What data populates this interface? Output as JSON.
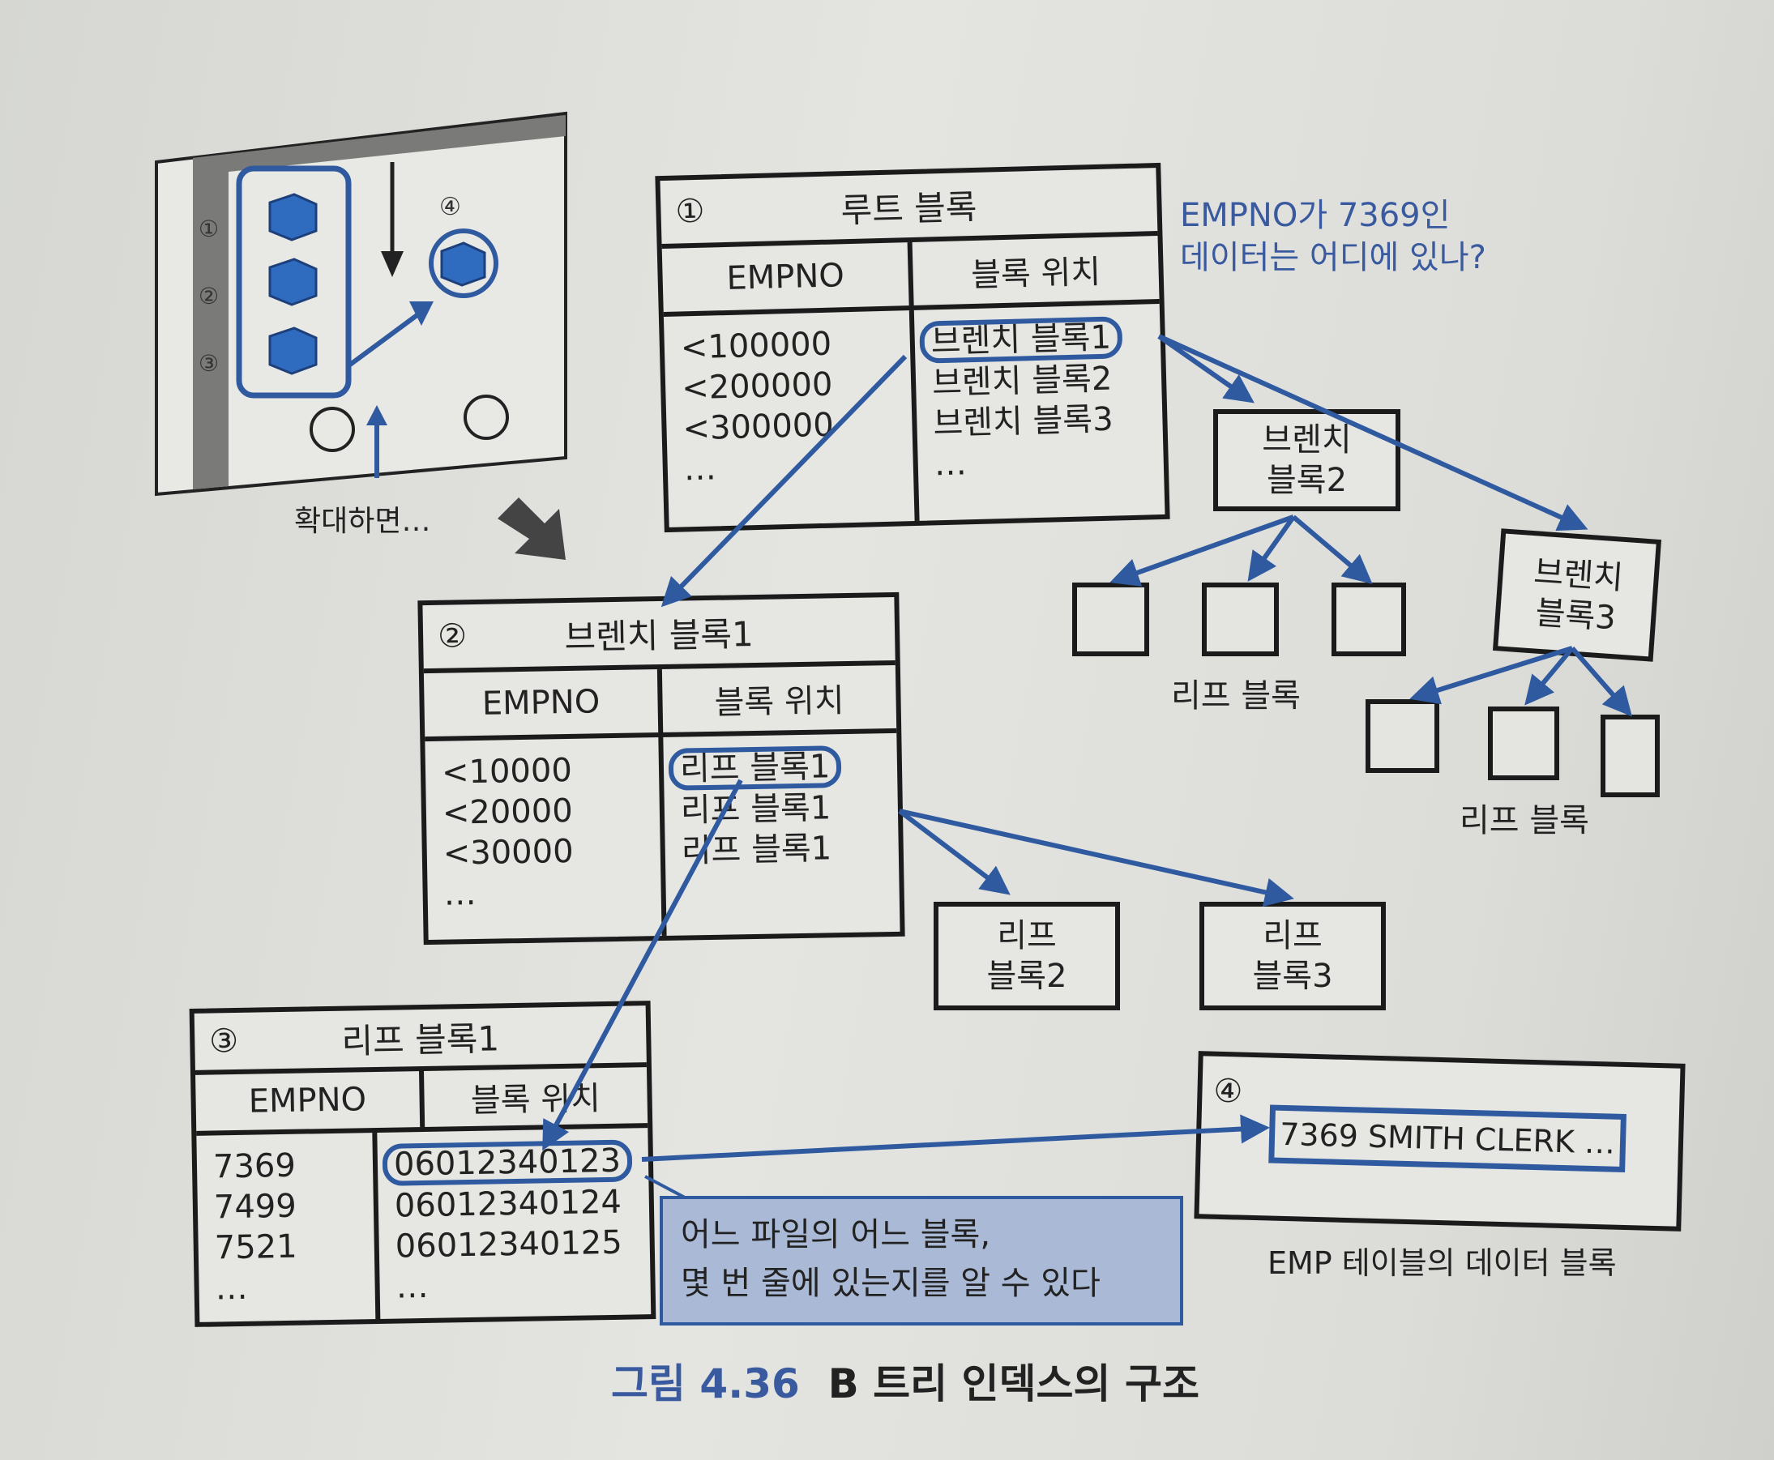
{
  "inset": {
    "markers": [
      "①",
      "②",
      "③",
      "④"
    ],
    "caption": "확대하면…"
  },
  "root_block": {
    "number": "①",
    "title": "루트 블록",
    "col_key": "EMPNO",
    "col_loc": "블록 위치",
    "keys": [
      "<100000",
      "<200000",
      "<300000",
      "…"
    ],
    "locations": [
      "브렌치 블록1",
      "브렌치 블록2",
      "브렌치 블록3",
      "…"
    ]
  },
  "question": [
    "EMPNO가 7369인",
    "데이터는 어디에 있나?"
  ],
  "branch_block2": [
    "브렌치",
    "블록2"
  ],
  "branch_block3": [
    "브렌치",
    "블록3"
  ],
  "leaf_label_a": "리프 블록",
  "leaf_label_b": "리프 블록",
  "branch_block1": {
    "number": "②",
    "title": "브렌치 블록1",
    "col_key": "EMPNO",
    "col_loc": "블록 위치",
    "keys": [
      "<10000",
      "<20000",
      "<30000",
      "…"
    ],
    "locations": [
      "리프 블록1",
      "리프 블록1",
      "리프 블록1"
    ]
  },
  "leaf_block2": [
    "리프",
    "블록2"
  ],
  "leaf_block3": [
    "리프",
    "블록3"
  ],
  "leaf_block1": {
    "number": "③",
    "title": "리프 블록1",
    "col_key": "EMPNO",
    "col_loc": "블록 위치",
    "keys": [
      "7369",
      "7499",
      "7521",
      "…"
    ],
    "locations": [
      "06012340123",
      "06012340124",
      "06012340125",
      "…"
    ]
  },
  "data_block": {
    "number": "④",
    "row": "7369 SMITH CLERK …",
    "label": "EMP 테이블의 데이터 블록"
  },
  "callout": [
    "어느 파일의 어느 블록,",
    "몇 번 줄에 있는지를 알 수 있다"
  ],
  "caption": {
    "number": "그림 4.36",
    "title": "B 트리 인덱스의 구조"
  },
  "colors": {
    "accent": "#2f5aa0",
    "callout_fill": "#a9b9d6",
    "line": "#1b1b1b"
  }
}
